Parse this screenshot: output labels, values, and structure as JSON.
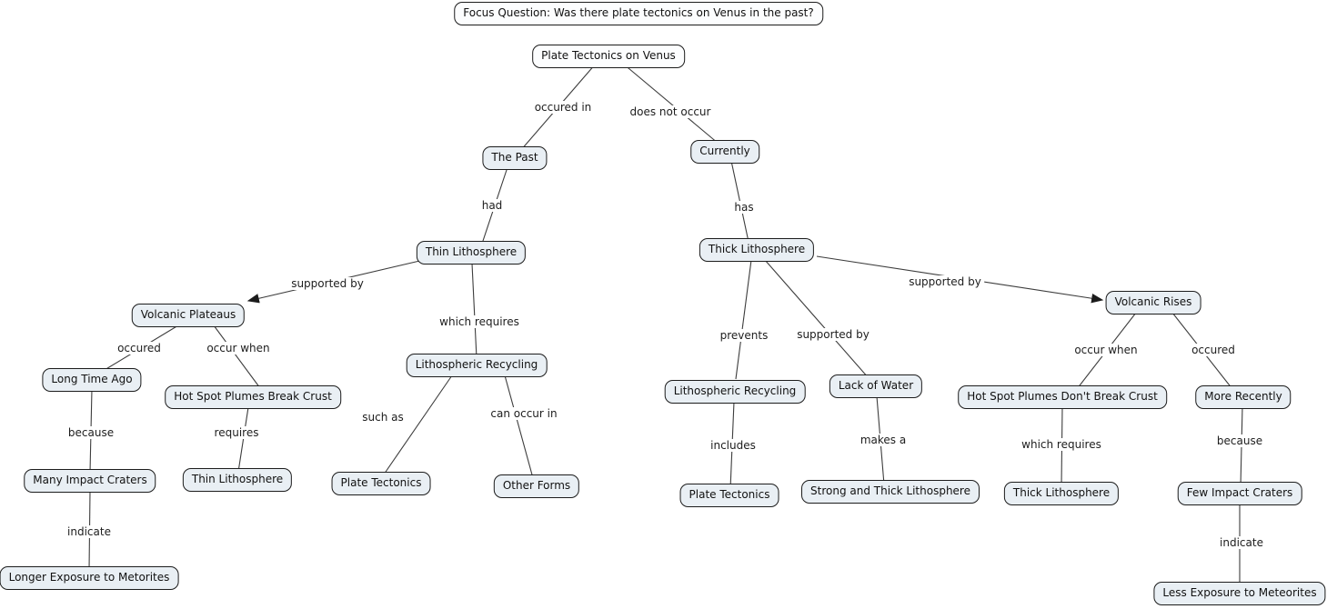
{
  "diagram": {
    "type": "concept-map",
    "colors": {
      "background": "#ffffff",
      "node_fill": "#e9eff4",
      "node_fill_question": "#fcfdfe",
      "node_border": "#1c1c1c",
      "edge_line": "#3d3d3d",
      "text": "#111111"
    },
    "nodes": {
      "focus_question": "Focus Question: Was there plate tectonics on Venus in the past?",
      "root": "Plate Tectonics on Venus",
      "the_past": "The Past",
      "currently": "Currently",
      "thin_lithosphere": "Thin Lithosphere",
      "thick_lithosphere": "Thick Lithosphere",
      "volcanic_plateaus": "Volcanic Plateaus",
      "volcanic_rises": "Volcanic Rises",
      "lithospheric_recycling_left": "Lithospheric Recycling",
      "long_time_ago": "Long Time Ago",
      "hot_spot_plumes_break_crust": "Hot Spot Plumes Break Crust",
      "many_impact_craters": "Many Impact Craters",
      "thin_lithosphere_2": "Thin Lithosphere",
      "plate_tectonics_left": "Plate Tectonics",
      "other_forms": "Other Forms",
      "longer_exposure": "Longer Exposure to Metorites",
      "lithospheric_recycling_right": "Lithospheric Recycling",
      "lack_of_water": "Lack of Water",
      "plate_tectonics_right": "Plate Tectonics",
      "strong_thick_lithosphere": "Strong and Thick Lithosphere",
      "hot_spot_plumes_dont_break_crust": "Hot Spot Plumes Don't Break Crust",
      "thick_lithosphere_2": "Thick Lithosphere",
      "more_recently": "More Recently",
      "few_impact_craters": "Few Impact Craters",
      "less_exposure": "Less Exposure to Meteorites"
    },
    "links": {
      "occured_in": "occured in",
      "does_not_occur": "does not occur",
      "had": "had",
      "has": "has",
      "supported_by_left": "supported by",
      "which_requires_left": "which requires",
      "prevents": "prevents",
      "supported_by_mid": "supported by",
      "supported_by_right": "supported by",
      "occured_left": "occured",
      "occur_when_left": "occur when",
      "occur_when_right": "occur when",
      "occured_right": "occured",
      "because_left": "because",
      "requires": "requires",
      "such_as": "such as",
      "can_occur_in": "can occur in",
      "includes": "includes",
      "makes_a": "makes a",
      "which_requires_right": "which requires",
      "because_right": "because",
      "indicate_left": "indicate",
      "indicate_right": "indicate"
    }
  }
}
